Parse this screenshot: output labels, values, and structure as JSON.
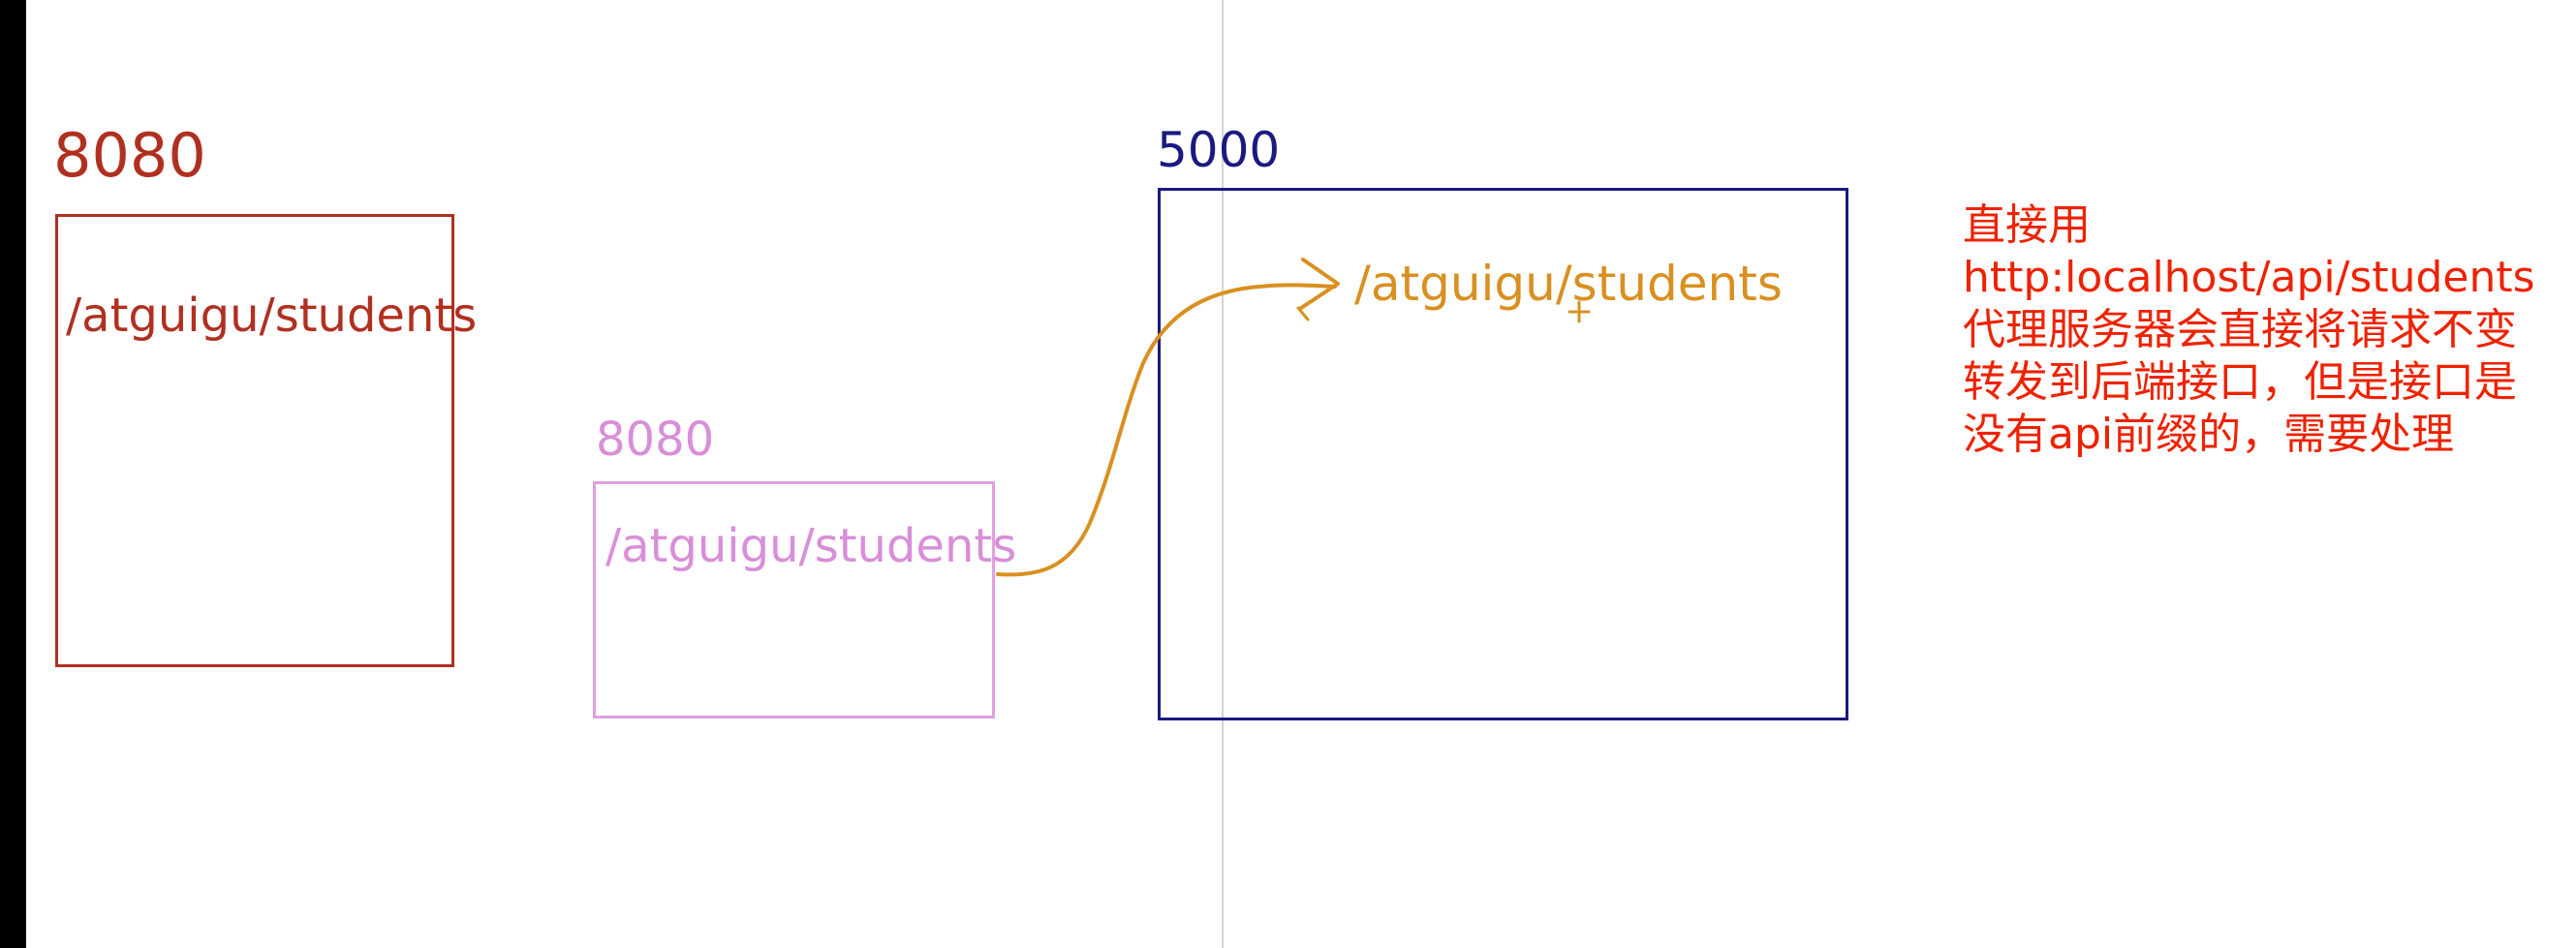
{
  "colors": {
    "red": "#b03020",
    "pink": "#d98ed9",
    "pink_border": "#e0a0e0",
    "blue": "#1a1a80",
    "orange": "#d99020",
    "note_red": "#ee2200"
  },
  "frontend_box": {
    "port": "8080",
    "path": "/atguigu/students"
  },
  "proxy_box": {
    "port": "8080",
    "path": "/atguigu/students"
  },
  "backend_box": {
    "port": "5000",
    "path": "/atguigu/students"
  },
  "note": {
    "lines": [
      "直接用",
      "http:localhost/api/students",
      "代理服务器会直接将请求不变",
      "转发到后端接口，但是接口是",
      "没有api前缀的，需要处理"
    ]
  }
}
